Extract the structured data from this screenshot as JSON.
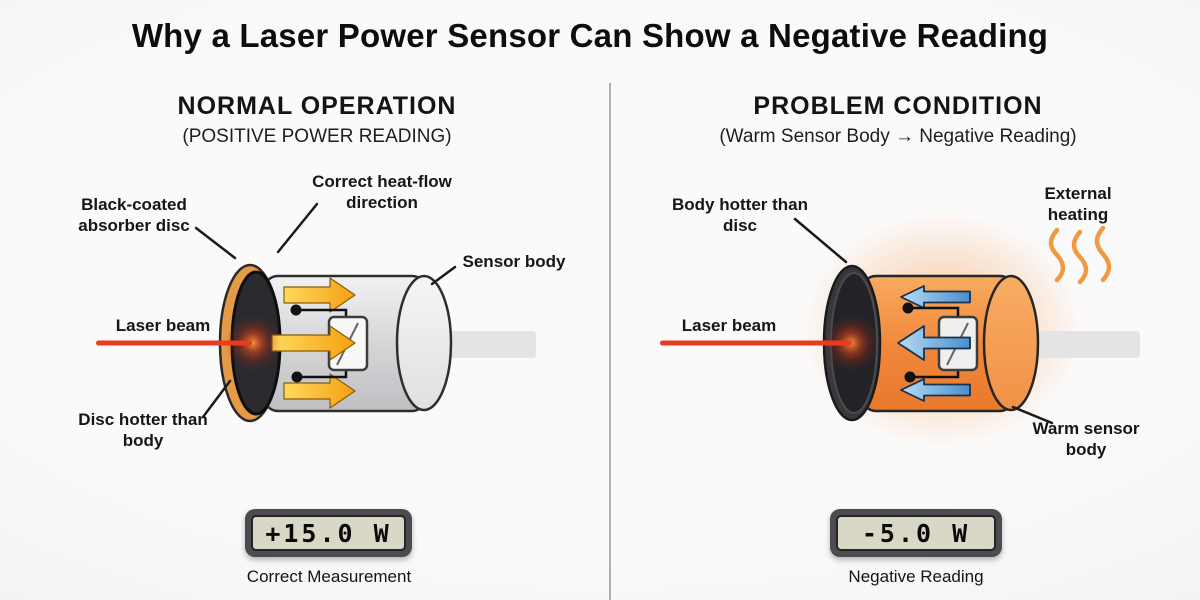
{
  "title": "Why a Laser Power Sensor Can Show a Negative Reading",
  "left_panel": {
    "heading": "NORMAL OPERATION",
    "subheading": "(POSITIVE POWER READING)",
    "labels": {
      "absorber_disc": "Black-coated\nabsorber disc",
      "heat_flow": "Correct heat-flow\ndirection",
      "sensor_body": "Sensor body",
      "laser_beam": "Laser beam",
      "disc_hotter": "Disc hotter than\nbody"
    },
    "display": {
      "value": "+15.0 W",
      "caption": "Correct Measurement"
    }
  },
  "right_panel": {
    "heading": "PROBLEM CONDITION",
    "subheading": "(Warm Sensor Body → Negative Reading)",
    "labels": {
      "body_hotter": "Body hotter than\ndisc",
      "external_heating": "External\nheating",
      "laser_beam": "Laser beam",
      "warm_body": "Warm sensor\nbody"
    },
    "display": {
      "value": "-5.0 W",
      "caption": "Negative Reading"
    }
  },
  "colors": {
    "laser_red": "#e83b20",
    "heat_out_orange": "#f5a11a",
    "heat_in_blue": "#4a8ecf",
    "warm_body_orange": "#f0873a",
    "lcd_background": "#d9d7c5"
  }
}
